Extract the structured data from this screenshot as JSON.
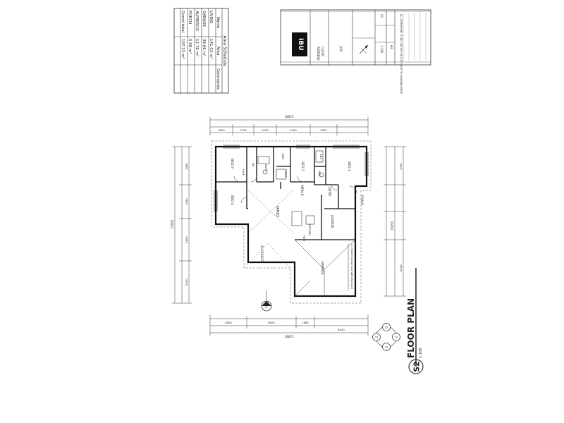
{
  "area_schedule": {
    "title": "Area Schedule",
    "headers": [
      "Name",
      "Area",
      "Comments"
    ],
    "rows": [
      [
        "LIVING",
        "141.03 m²",
        ""
      ],
      [
        "GARAGE",
        "38.66 m²",
        ""
      ],
      [
        "ALFRESCO",
        "11.76 m²",
        ""
      ],
      [
        "PORCH",
        "5.58 m²",
        ""
      ],
      [
        "Grand total",
        "197.23 m²",
        ""
      ]
    ]
  },
  "rooms": {
    "bed3": "BED 3",
    "bed4": "BED 4",
    "bed2": "BED 2",
    "bed1": "BED 1",
    "family": "FAMILY",
    "meals": "MEALS",
    "lounge": "LOUNGE",
    "alfresco": "ALFRESCO",
    "garage": "GARAGE",
    "entry": "ENTRY",
    "porch": "PORCH",
    "kitchen": "KITCHEN",
    "bath": "BATH",
    "wc": "WC",
    "ldry": "LDRY",
    "wir": "WIR",
    "ens": "ENS",
    "robe": "ROBE",
    "linen": "LINEN",
    "pdry": "PDRY"
  },
  "dims": {
    "overall_top": "18625",
    "overall_bottom": "18625",
    "left_overall": "15555",
    "right_overall": "15555",
    "top_a": "3600",
    "top_b": "2750",
    "top_c": "3200",
    "top_d": "4200",
    "top_e": "2900",
    "bot_a": "4600",
    "bot_b": "6000",
    "bot_c": "1985",
    "bot_d": "6040",
    "side_a": "3060",
    "side_b": "2630",
    "side_c": "5950",
    "side_d": "5200",
    "side_e": "2750",
    "side_f": "6140"
  },
  "garage_note": "2 X 6 panel garage door with ridge pvcd",
  "sheet": {
    "number": "S2",
    "title": "FLOOR PLAN",
    "scale": "1:100",
    "section_labels": [
      "S3",
      "S3",
      "S3",
      "S3"
    ],
    "marker": "S3"
  },
  "title_block": {
    "company": "IBU",
    "notes": "ALL DIMENSIONS TO BE CHECKED ON SITE PRIOR TO COMMENCEMENT",
    "client": "CLIENT",
    "address": "ADDRESS",
    "job": "JOB",
    "cells": [
      "1:100",
      "A3",
      "S2",
      "1:100",
      "S2"
    ]
  }
}
